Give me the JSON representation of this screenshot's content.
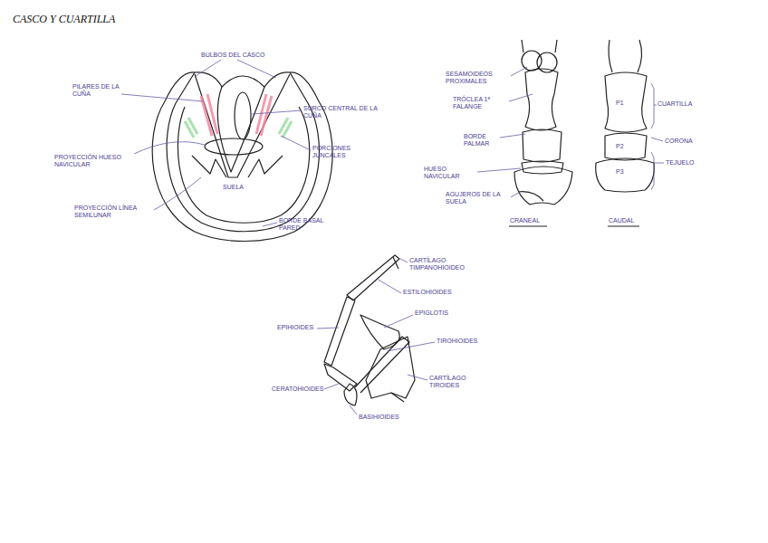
{
  "diagram": {
    "title": "CASCO Y CUARTILLA",
    "labels": [
      "BULBOS DEL CASCO",
      "PILARES DE LA CUÑA",
      "SURCO CENTRAL DE LA CUÑA",
      "PROYECCIÓN HUESO NAVICULAR",
      "PORCIONES JUNCALES",
      "SUELA",
      "PROYECCIÓN LÍNEA SEMILUNAR",
      "BORDE BASAL PARED",
      "SESAMOIDEOS PROXIMALES",
      "TRÓCLEA 1ª FALANGE",
      "BORDE PALMAR",
      "HUESO NAVICULAR",
      "AGUJEROS DE LA SUELA",
      "CRANEAL",
      "CAUDAL",
      "P1",
      "P2",
      "P3",
      "CUARTILLA",
      "CORONA",
      "TEJUELO",
      "CARTÍLAGO TIMPANOHIOIDEO",
      "ESTILOHIOIDES",
      "EPIGLOTIS",
      "EPIHIOIDES",
      "TIROHIOIDES",
      "CARTÍLAGO TIROIDES",
      "CERATOHIOIDES",
      "BASIHIOIDES"
    ]
  }
}
